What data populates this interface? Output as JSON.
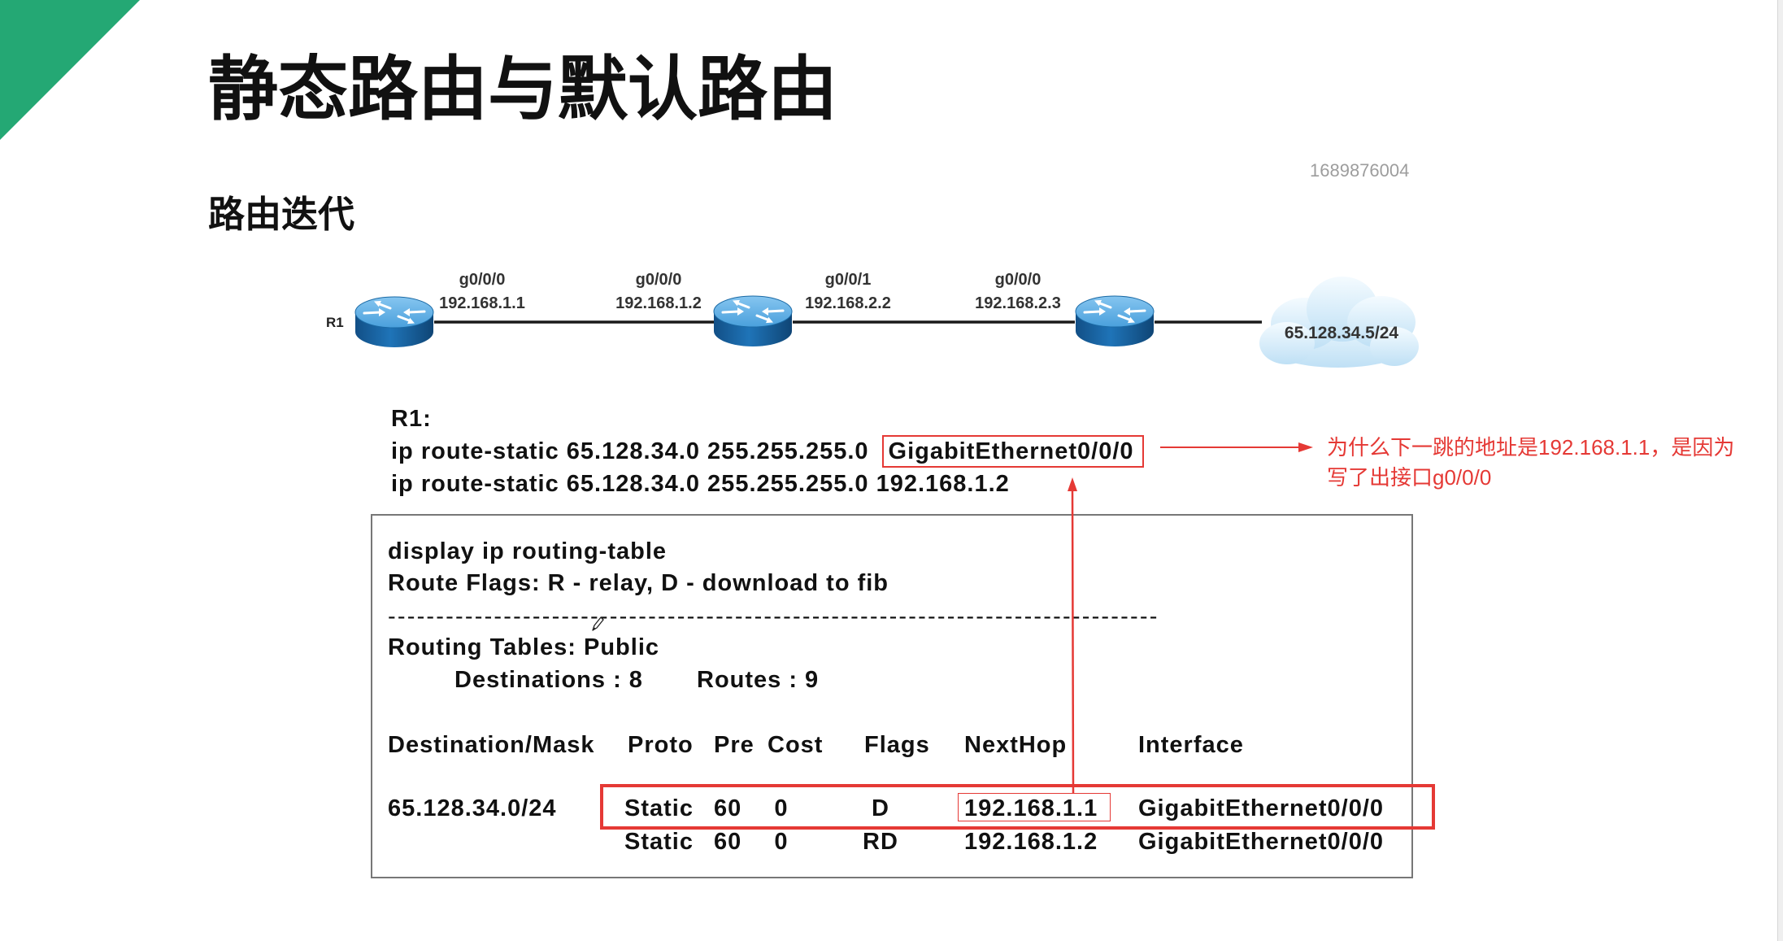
{
  "theme": {
    "accent": "#24a874",
    "highlight": "#e53935",
    "router_body": "#1f74b8",
    "router_top": "#4aa0dc",
    "cloud": "#bfe0f5"
  },
  "icons": {
    "corner": "corner-accent-triangle",
    "router": "router-icon",
    "cloud": "cloud-icon",
    "arrow": "arrow-icon",
    "cursor": "pen-cursor-icon"
  },
  "slide": {
    "title": "静态路由与默认路由",
    "stamp": "1689876004",
    "section_heading": "路由迭代"
  },
  "topology": {
    "r1_label": "R1",
    "links": [
      {
        "iface": "g0/0/0",
        "ip": "192.168.1.1"
      },
      {
        "iface": "g0/0/0",
        "ip": "192.168.1.2"
      },
      {
        "iface": "g0/0/1",
        "ip": "192.168.2.2"
      },
      {
        "iface": "g0/0/0",
        "ip": "192.168.2.3"
      }
    ],
    "cloud_label": "65.128.34.5/24"
  },
  "config": {
    "header": "R1:",
    "lines": [
      {
        "text": "ip route-static 65.128.34.0 255.255.255.0",
        "highlight": "GigabitEthernet0/0/0"
      },
      {
        "text": "ip route-static 65.128.34.0 255.255.255.0 192.168.1.2"
      }
    ]
  },
  "annotation": {
    "lines": [
      "为什么下一跳的地址是192.168.1.1，是因为",
      "写了出接口g0/0/0"
    ]
  },
  "routing_table": {
    "command": "display ip routing-table",
    "flags_legend": "Route Flags: R - relay, D - download to fib",
    "separator": "--------------------------------------------------------------------------------",
    "tables_label": "Routing Tables: Public",
    "destinations": "Destinations : 8",
    "routes": "Routes : 9",
    "columns": [
      "Destination/Mask",
      "Proto",
      "Pre",
      "Cost",
      "Flags",
      "NextHop",
      "Interface"
    ],
    "rows": [
      {
        "destination": "65.128.34.0/24",
        "proto": "Static",
        "pre": "60",
        "cost": "0",
        "flags": "D",
        "nexthop": "192.168.1.1",
        "interface": "GigabitEthernet0/0/0"
      },
      {
        "proto": "Static",
        "pre": "60",
        "cost": "0",
        "flags": "RD",
        "nexthop": "192.168.1.2",
        "interface": "GigabitEthernet0/0/0"
      }
    ]
  }
}
